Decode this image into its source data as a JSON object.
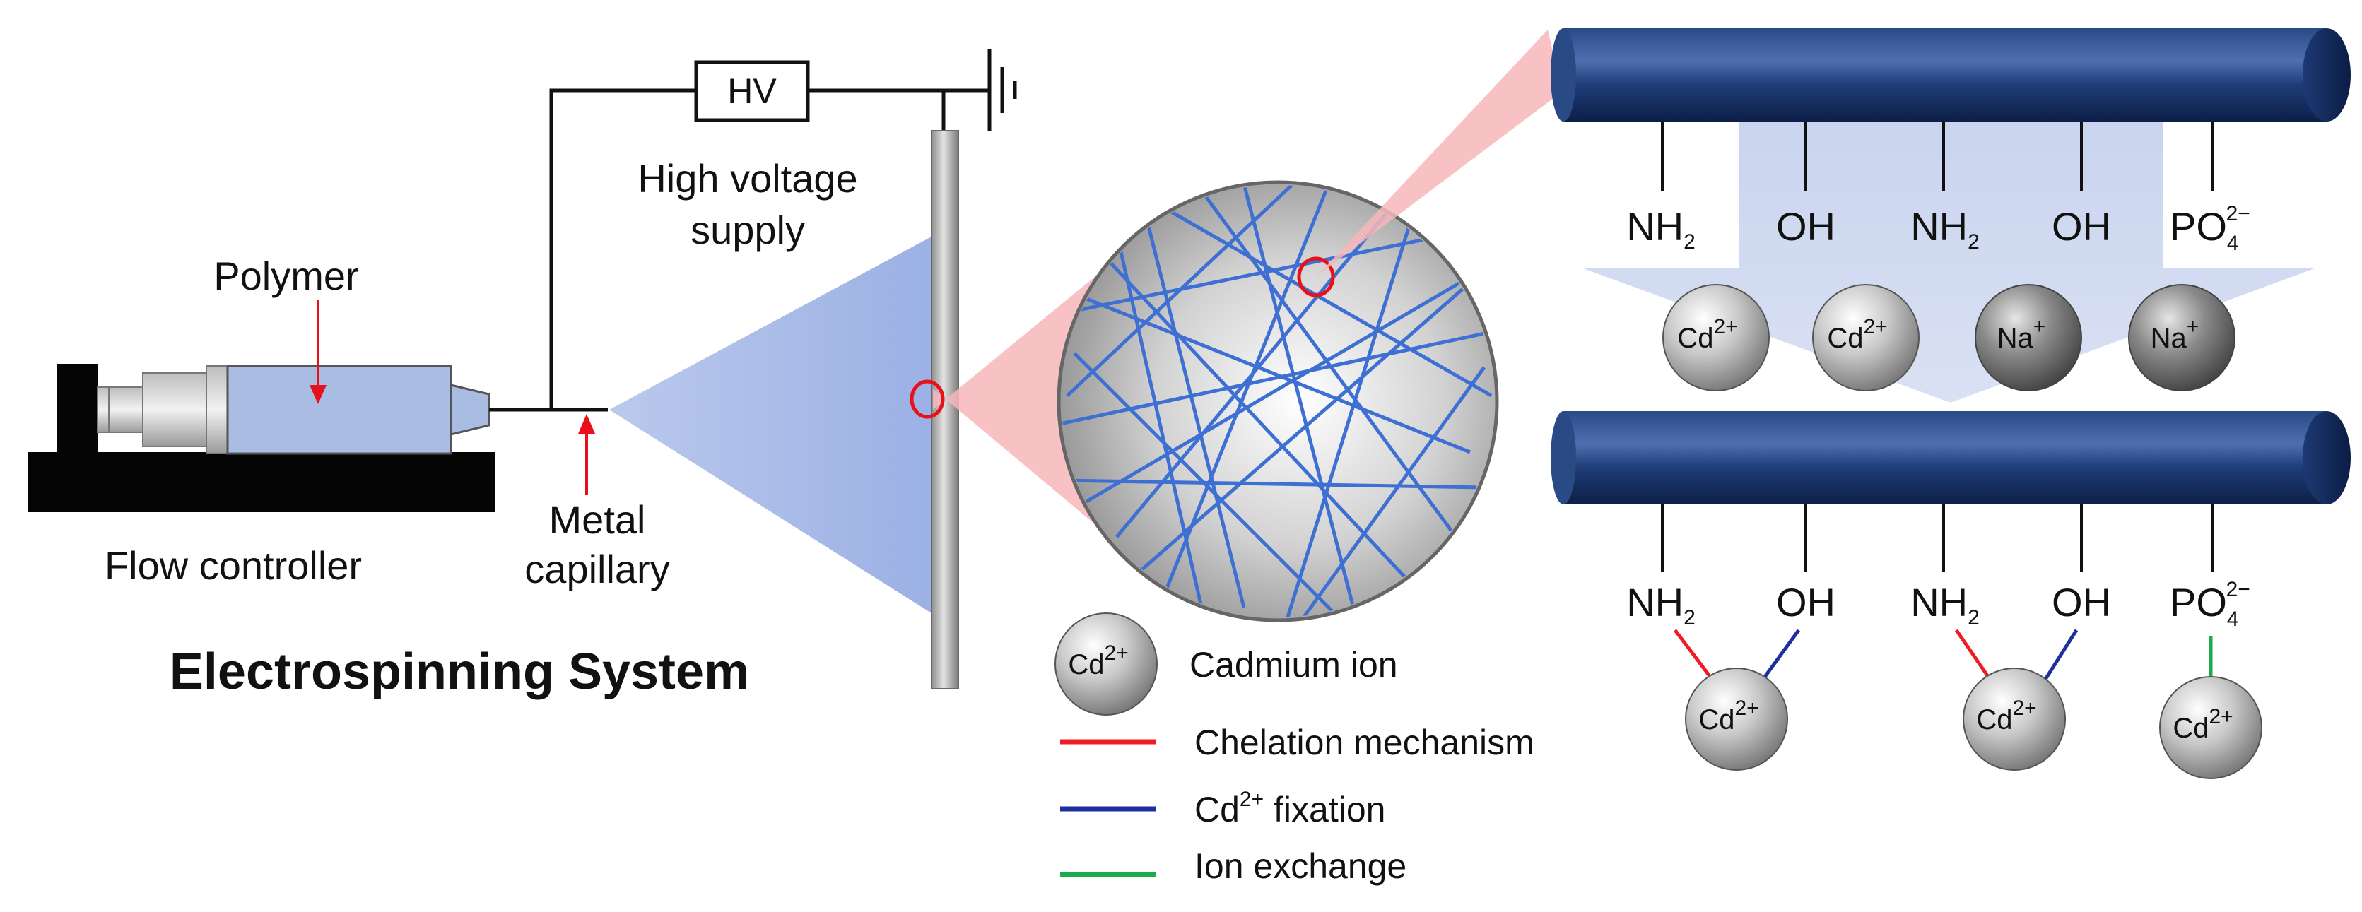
{
  "apparatus": {
    "hv_label": "HV",
    "hv_supply_line1": "High voltage",
    "hv_supply_line2": "supply",
    "polymer_label": "Polymer",
    "flow_controller_label": "Flow controller",
    "capillary_line1": "Metal",
    "capillary_line2": "capillary",
    "title": "Electrospinning System"
  },
  "groups": {
    "nh2": {
      "base": "NH",
      "sub": "2"
    },
    "oh": "OH",
    "po4": {
      "base": "PO",
      "sub": "4",
      "sup": "2−"
    }
  },
  "ions": {
    "cd": {
      "base": "Cd",
      "sup": "2+"
    },
    "na": {
      "base": "Na",
      "sup": "+"
    }
  },
  "legend": {
    "cadmium_ion": "Cadmium ion",
    "chelation": "Chelation mechanism",
    "fixation_prefix": "Cd",
    "fixation_sup": "2+",
    "fixation_suffix": " fixation",
    "ion_exchange": "Ion exchange"
  },
  "colors": {
    "chelation": "#ee1c24",
    "fixation": "#1f2f9f",
    "ion_exchange": "#1aab4b",
    "fiber": "#3e6fd2",
    "rod": "#1e3a6e",
    "highlight": "#e8101a",
    "syringe_body": "#a9bde3"
  }
}
